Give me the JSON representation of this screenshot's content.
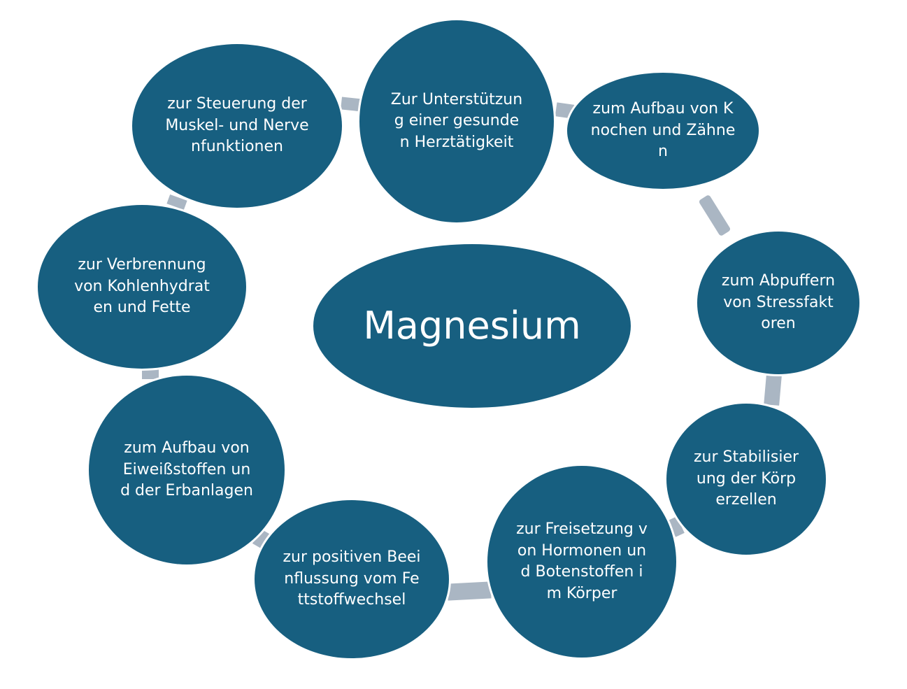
{
  "diagram": {
    "center": "Magnesium",
    "nodes": [
      "Zur Unterstützung einer gesunden Herztätigkeit",
      "zum Aufbau von Knochen und Zähnen",
      "zum Abpuffern von Stressfaktoren",
      "zur Stabilisierung der Körperzellen",
      "zur Freisetzung von Hormonen und Botenstoffen im Körper",
      "zur positiven Beeinflussung vom Fettstoffwechsel",
      "zum Aufbau von Eiweißstoffen und der Erbanlagen",
      "zur Verbrennung von Kohlenhydraten und Fette",
      "zur Steuerung der Muskel- und Nervenfunktionen"
    ]
  },
  "colors": {
    "node_fill": "#175f80",
    "connector": "#aab6c3",
    "text": "#ffffff"
  }
}
